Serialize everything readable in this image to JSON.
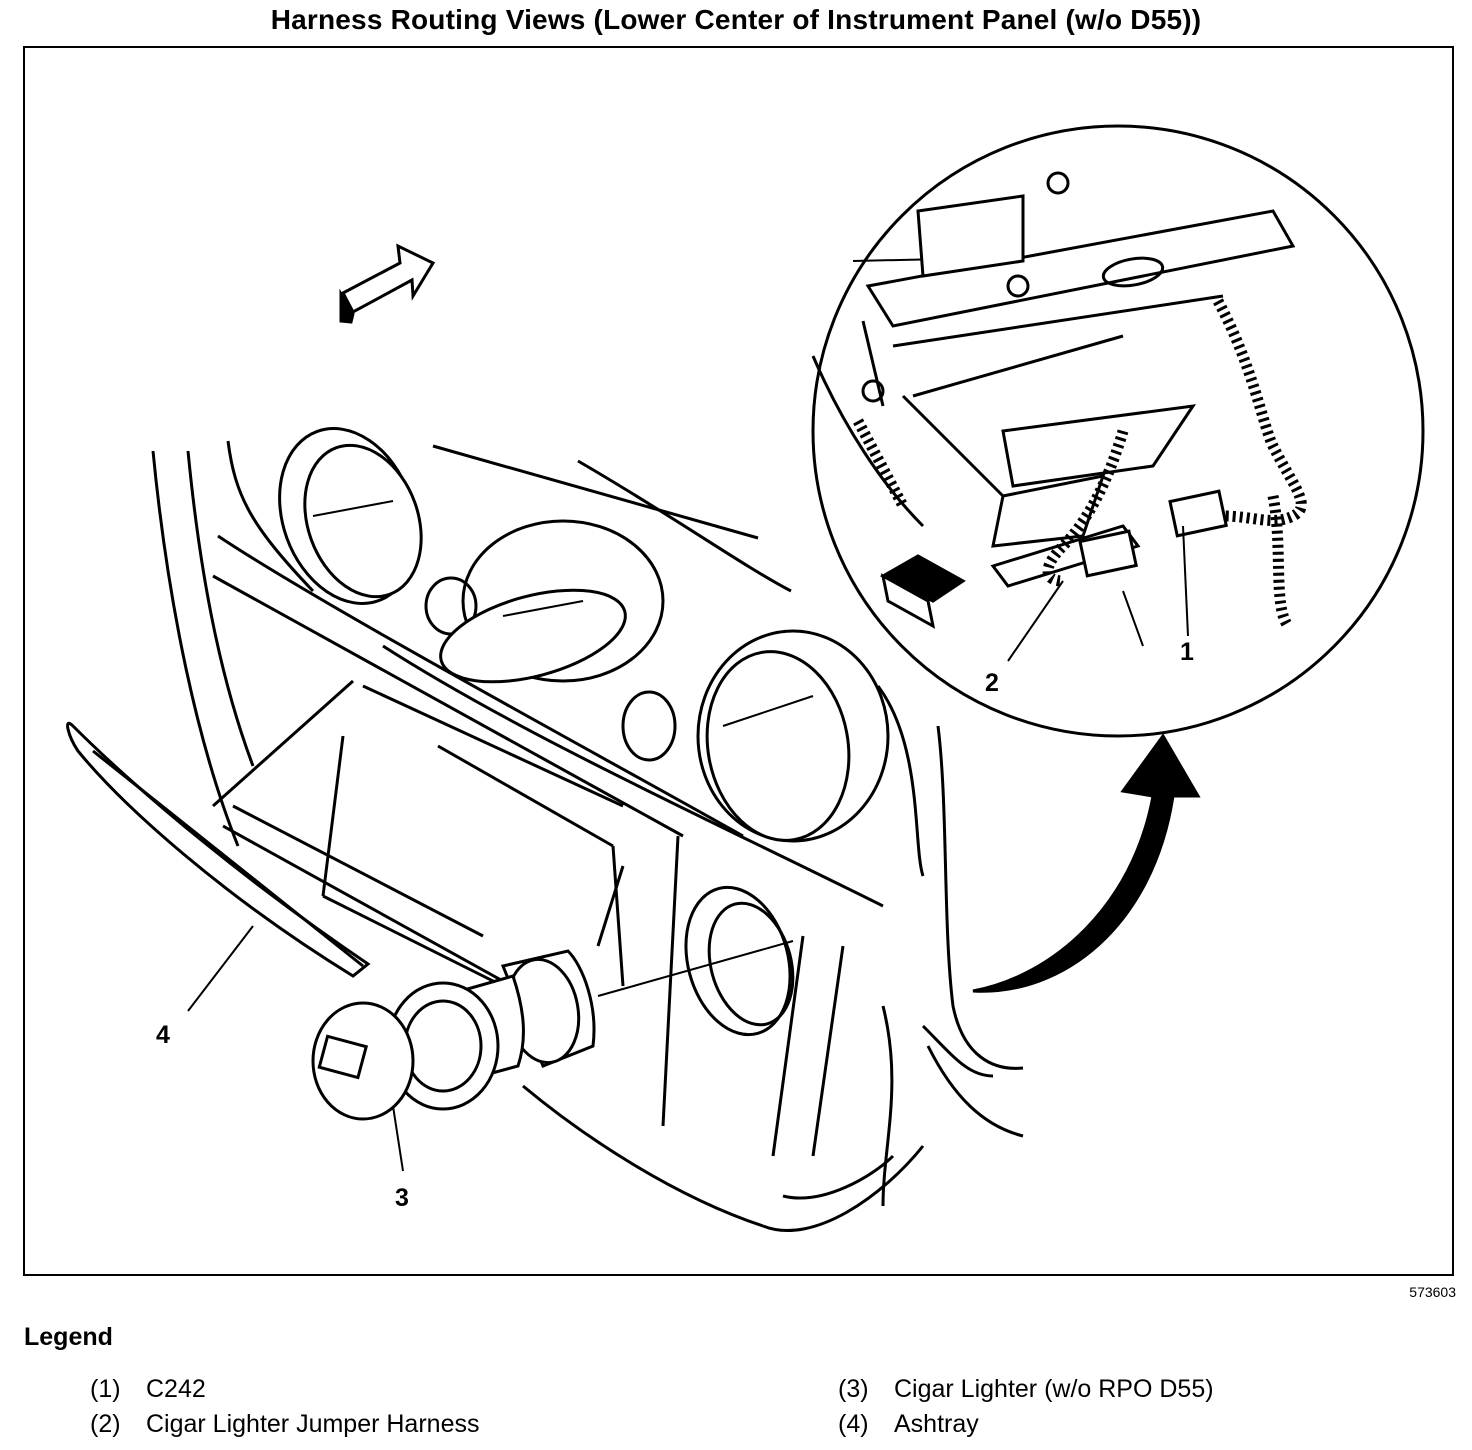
{
  "title": "Harness Routing Views (Lower Center of Instrument Panel (w/o D55))",
  "figure_id": "573603",
  "callouts": [
    "1",
    "2",
    "3",
    "4"
  ],
  "legend": {
    "title": "Legend",
    "items": [
      {
        "num": "(1)",
        "label": "C242"
      },
      {
        "num": "(2)",
        "label": "Cigar Lighter Jumper Harness"
      },
      {
        "num": "(3)",
        "label": "Cigar Lighter (w/o RPO D55)"
      },
      {
        "num": "(4)",
        "label": "Ashtray"
      }
    ]
  }
}
